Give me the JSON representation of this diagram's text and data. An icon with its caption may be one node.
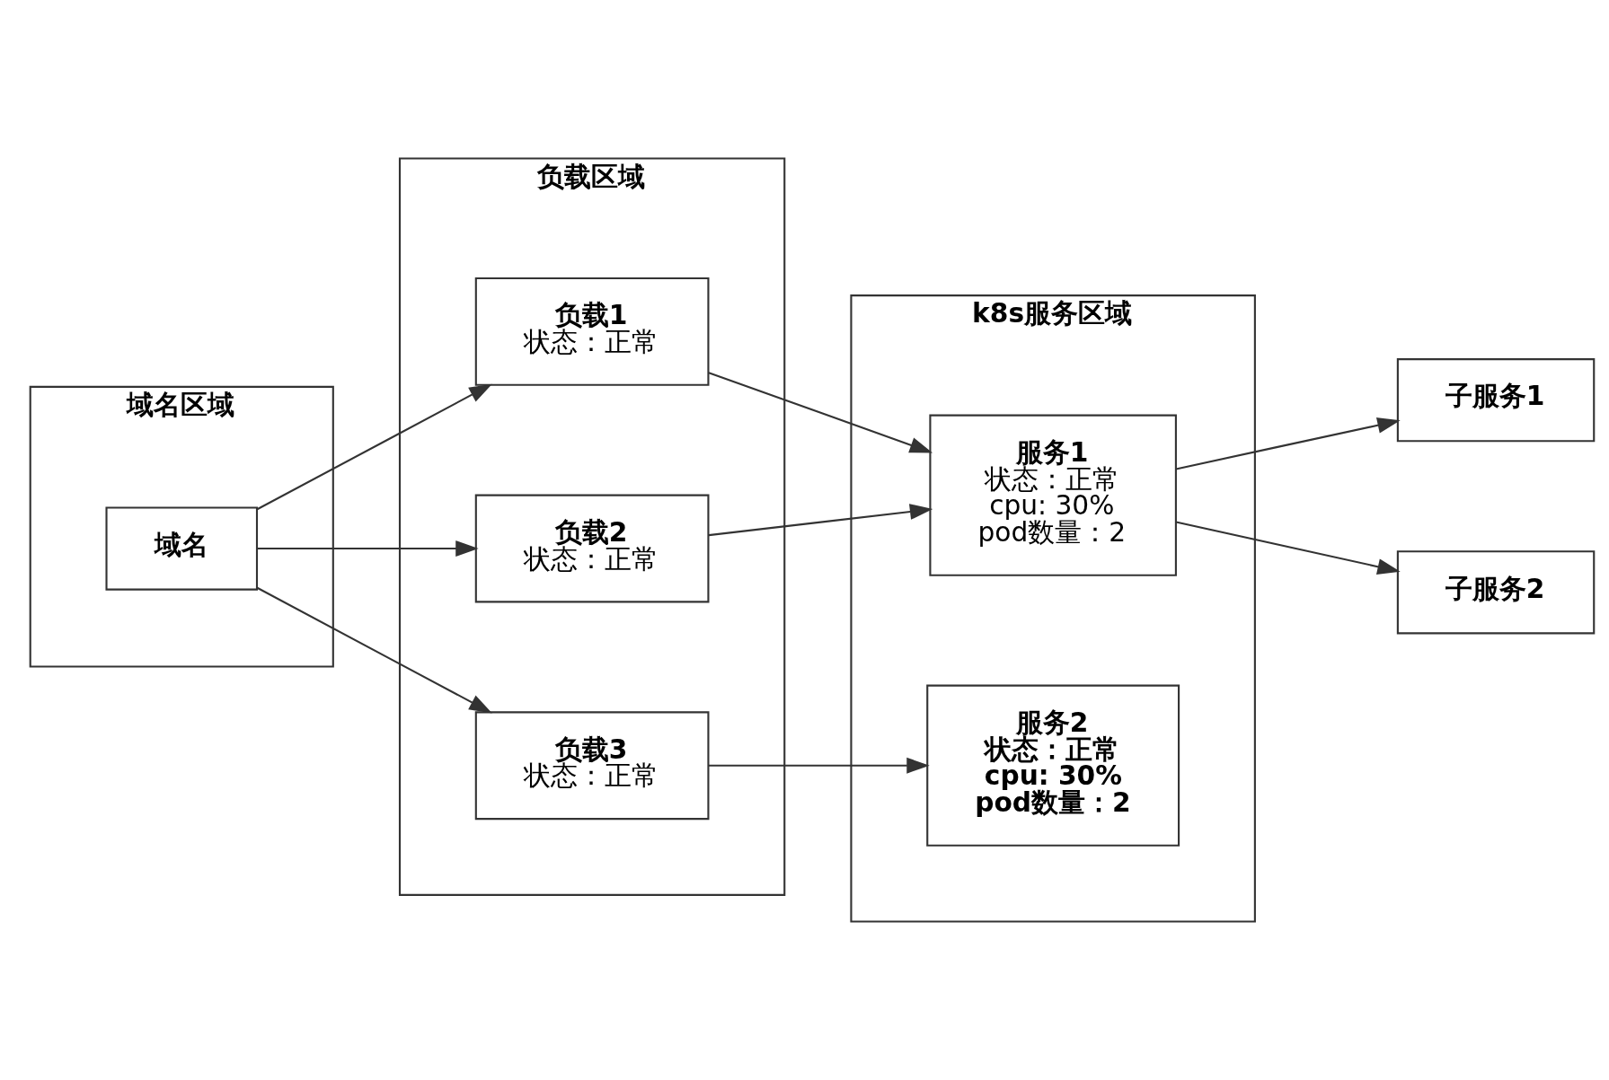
{
  "diagram": {
    "nodes": [
      {
        "text": [
          "域名区域"
        ]
      },
      {
        "text": [
          "域名"
        ],
        "in": 0
      },
      {
        "text": [
          "负载区域"
        ]
      },
      {
        "text": [
          "负载1",
          "状态：正常"
        ],
        "in": 2
      },
      {
        "text": [
          "负载2",
          "状态：正常"
        ],
        "in": 2
      },
      {
        "text": [
          "负载3",
          "状态：正常"
        ],
        "in": 2
      },
      {
        "text": [
          "k8s服务区域"
        ]
      },
      {
        "text": [
          "服务1",
          "状态：正常",
          "cpu: 30%",
          "pod数量：2"
        ],
        "in": 6
      },
      {
        "text": [
          "服务2",
          "状态：正常",
          "cpu: 30%",
          "pod数量：2"
        ],
        "in": 6
      },
      {
        "text": [
          "子服务1"
        ]
      },
      {
        "text": [
          "子服务2"
        ]
      }
    ],
    "edges": [
      {
        "from": 1,
        "to": 3,
        "arrow": "to"
      },
      {
        "from": 1,
        "to": 4,
        "arrow": "to"
      },
      {
        "from": 1,
        "to": 5,
        "arrow": "to"
      },
      {
        "from": 3,
        "to": 7,
        "arrow": "to"
      },
      {
        "from": 4,
        "to": 7,
        "arrow": "to"
      },
      {
        "from": 5,
        "to": 8,
        "arrow": "to"
      },
      {
        "from": 7,
        "to": 9,
        "arrow": "to"
      },
      {
        "from": 7,
        "to": 10,
        "arrow": "to"
      }
    ]
  }
}
